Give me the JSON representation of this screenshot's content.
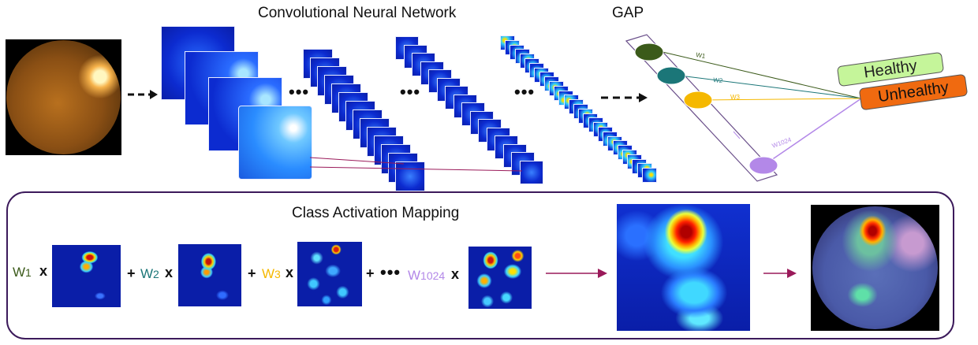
{
  "titles": {
    "cnn": "Convolutional Neural Network",
    "gap": "GAP",
    "cam": "Class Activation Mapping"
  },
  "ellipsis": "•••",
  "gap_nodes": [
    {
      "color": "#3b5a1a"
    },
    {
      "color": "#1b7678"
    },
    {
      "color": "#f5b800"
    },
    {
      "color": "#b388e8"
    }
  ],
  "gap_weights": [
    "W1",
    "W2",
    "W3",
    "W1024"
  ],
  "outputs": {
    "healthy": {
      "label": "Healthy",
      "color": "#c5f59a"
    },
    "unhealthy": {
      "label": "Unhealthy",
      "color": "#f06a10"
    }
  },
  "cam_terms": [
    {
      "weight": "W1",
      "sub": "1",
      "color": "#3b5a1a",
      "op": "x"
    },
    {
      "weight": "W2",
      "sub": "2",
      "color": "#1b7678",
      "op": "x"
    },
    {
      "weight": "W3",
      "sub": "3",
      "color": "#f5b800",
      "op": "x"
    },
    {
      "weight": "W1024",
      "sub": "1024",
      "color": "#b388e8",
      "op": "x"
    }
  ],
  "plus": "+",
  "colors": {
    "panel_border": "#3c1a5b",
    "arrow": "#9a1a5a",
    "map_bg": "#0a1ea8"
  }
}
